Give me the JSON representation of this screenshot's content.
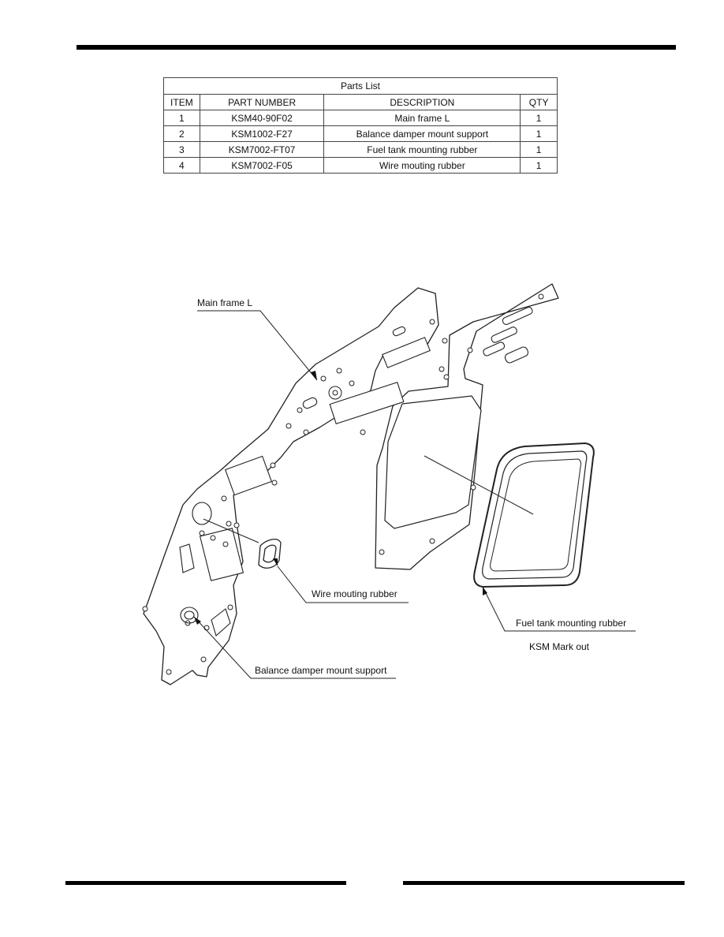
{
  "parts_list": {
    "title": "Parts List",
    "headers": {
      "item": "ITEM",
      "part_number": "PART NUMBER",
      "description": "DESCRIPTION",
      "qty": "QTY"
    },
    "rows": [
      {
        "item": "1",
        "part_number": "KSM40-90F02",
        "description": "Main frame L",
        "qty": "1"
      },
      {
        "item": "2",
        "part_number": "KSM1002-F27",
        "description": "Balance damper mount support",
        "qty": "1"
      },
      {
        "item": "3",
        "part_number": "KSM7002-FT07",
        "description": "Fuel tank mounting rubber",
        "qty": "1"
      },
      {
        "item": "4",
        "part_number": "KSM7002-F05",
        "description": "Wire mouting rubber",
        "qty": "1"
      }
    ]
  },
  "diagram": {
    "labels": {
      "main_frame": "Main frame L",
      "wire_rubber": "Wire mouting rubber",
      "fuel_rubber": "Fuel tank mounting rubber",
      "note": "KSM Mark out",
      "damper_support": "Balance damper mount support"
    }
  }
}
